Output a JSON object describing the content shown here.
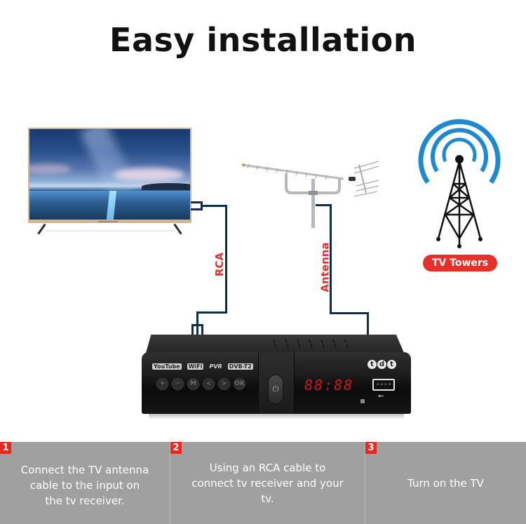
{
  "title": "Easy installation",
  "cables": {
    "rca_label": "RCA",
    "antenna_label": "Antenna",
    "color": "#0f2f49",
    "label_color": "#e8302b"
  },
  "tower": {
    "badge_label": "TV Towers",
    "wave_color": "#1e88d0",
    "badge_color": "#e8302b"
  },
  "receiver": {
    "logos": [
      "YouTube",
      "WiFi",
      "PVR",
      "DVB-T2"
    ],
    "buttons": [
      "+",
      "−",
      "M",
      "<",
      ">",
      "OK"
    ],
    "power_symbol": "⏻",
    "display": "88:88",
    "brand_letters": [
      "t",
      "d",
      "t"
    ],
    "usb_symbol": "⭠"
  },
  "steps": [
    {
      "number": "1",
      "text": "Connect the TV antenna cable to the input on the tv receiver."
    },
    {
      "number": "2",
      "text": "Using an RCA cable to connect tv receiver and your tv."
    },
    {
      "number": "3",
      "text": "Turn on the TV"
    }
  ],
  "colors": {
    "step_bg": "#a0a0a0",
    "step_number_bg": "#e32b22"
  }
}
